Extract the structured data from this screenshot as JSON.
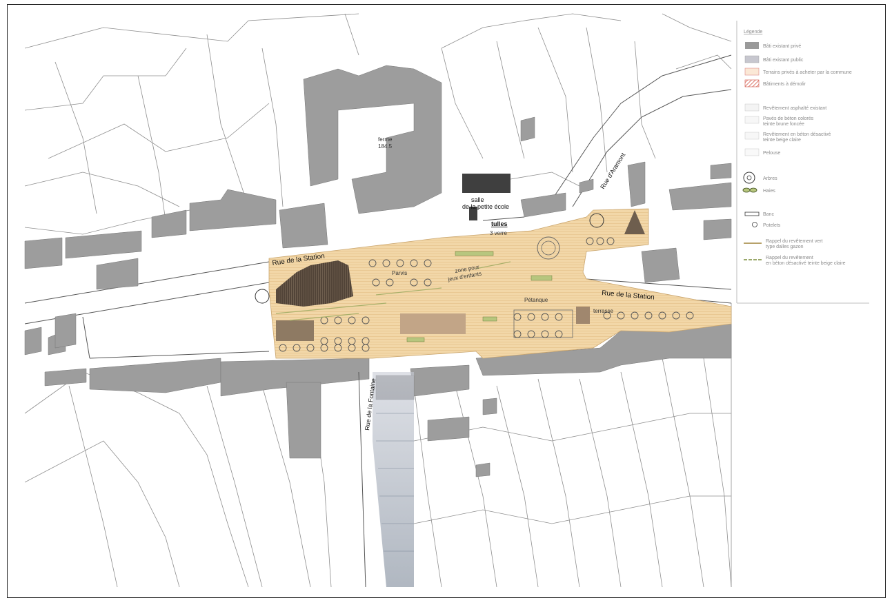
{
  "streets": {
    "station_west": "Rue de la Station",
    "station_east": "Rue de la Station",
    "aramont": "Rue d'Aramont",
    "fontaine": "Rue de la Fontaine"
  },
  "labels": {
    "salle_line1": "salle",
    "salle_line2": "de la petite école",
    "tulles": "tulles",
    "verre": "3 verre",
    "ferme": "ferme",
    "ferme_ref": "184.5",
    "parvis": "Parvis",
    "jeux_line1": "zone pour",
    "jeux_line2": "jeux d'enfants",
    "petanque": "Pétanque",
    "terrasse": "terrasse"
  },
  "legend": {
    "title": "Légende",
    "items": [
      {
        "text": "Bâti existant privé",
        "swatch": "#9a9a9a"
      },
      {
        "text": "Bâti existant public",
        "swatch": "#c7c7cf"
      },
      {
        "text": "Terrains privés à acheter par la commune",
        "swatch": "#fbe8d6"
      },
      {
        "text": "Bâtiments à démolir",
        "swatch": "hatch-red"
      },
      {
        "text": "Revêtement asphalté existant",
        "swatch": "#f4f4f4"
      },
      {
        "text": "Pavés de béton colorés",
        "swatch": "#f7f7f7"
      },
      {
        "text": "teinte brune foncée",
        "swatch": "none"
      },
      {
        "text": "Revêtement en béton désactivé",
        "swatch": "#f7f7f7"
      },
      {
        "text": "teinte beige claire",
        "swatch": "none"
      },
      {
        "text": "Pelouse",
        "swatch": "#f9f9f9"
      }
    ],
    "symbols": [
      {
        "text": "Arbres",
        "icon": "tree-icon"
      },
      {
        "text": "Haies",
        "icon": "hedge-icon"
      },
      {
        "text": "Banc",
        "icon": "bench-icon"
      },
      {
        "text": "Potelets",
        "icon": "bollard-icon"
      }
    ],
    "lines": [
      {
        "text1": "Rappel du revêtement vert",
        "text2": "type dalles gazon",
        "color": "#b7a26a"
      },
      {
        "text1": "Rappel du revêtement",
        "text2": "en béton désactivé teinte beige claire",
        "color": "#9aa86a"
      }
    ]
  },
  "colors": {
    "plaza": "#f2d7a8",
    "plaza_stripe": "#e8c893",
    "building_private": "#9a9a9a",
    "building_dark": "#4a4a4a",
    "building_brown": "#8a7660",
    "parcel_line": "#8a8a8a"
  }
}
